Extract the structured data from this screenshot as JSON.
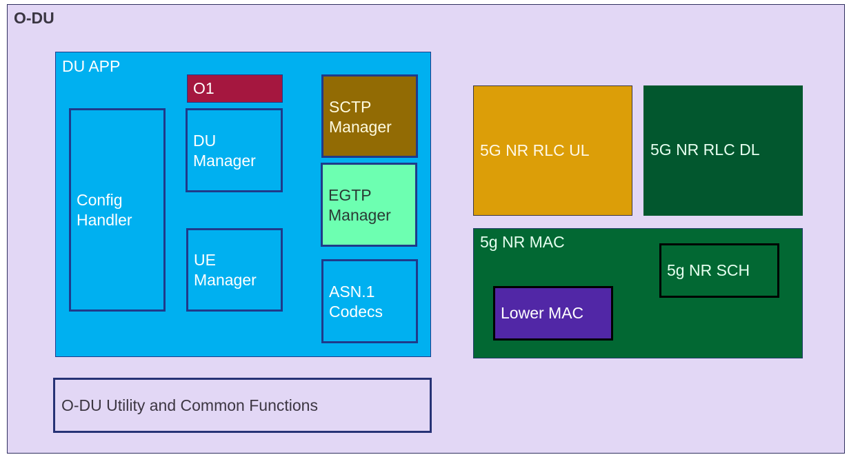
{
  "diagram": {
    "title": "O-DU",
    "du_app": {
      "title": "DU APP",
      "components": {
        "o1": "O1",
        "config_handler": "Config\nHandler",
        "du_manager": "DU\nManager",
        "ue_manager": "UE\nManager",
        "sctp_manager": "SCTP\nManager",
        "egtp_manager": "EGTP\nManager",
        "asn_codecs": "ASN.1\nCodecs"
      }
    },
    "rlc_ul": "5G NR RLC UL",
    "rlc_dl": "5G NR RLC DL",
    "mac": {
      "title": "5g NR MAC",
      "scheduler": "5g NR SCH",
      "lower_mac": "Lower MAC"
    },
    "utility": "O-DU Utility and Common Functions"
  },
  "colors": {
    "background": "#e2d7f5",
    "du_app": "#00b0f0",
    "o1": "#a5173f",
    "sctp": "#926b04",
    "egtp": "#6dffb1",
    "rlc_ul": "#dc9e08",
    "rlc_dl": "#02572e",
    "mac": "#026833",
    "lower_mac": "#5127a6",
    "border": "#1f3a8a"
  }
}
